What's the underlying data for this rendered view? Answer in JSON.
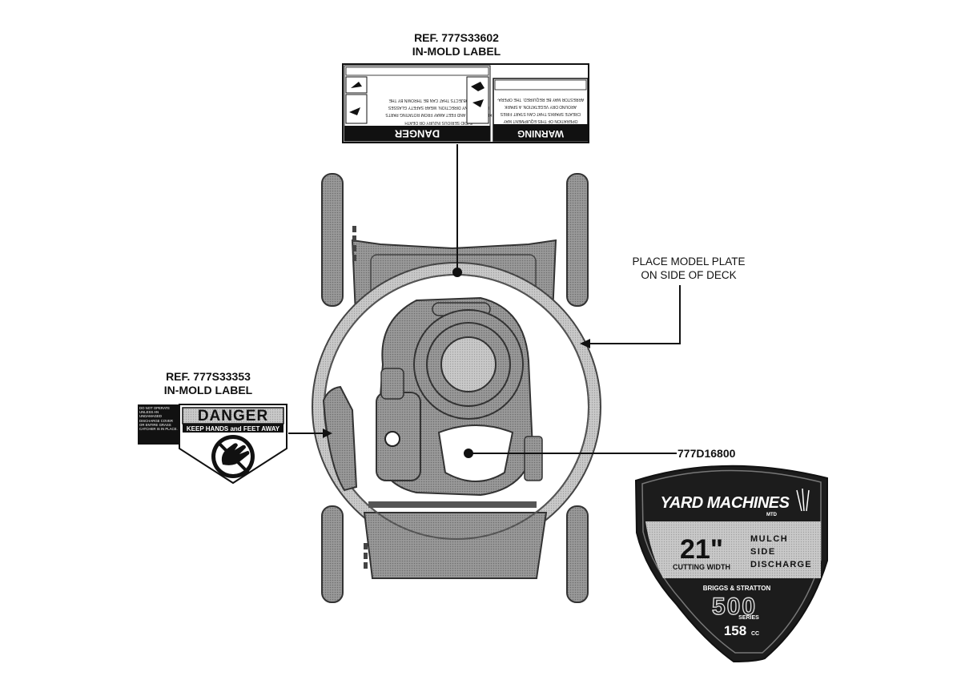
{
  "callouts": {
    "top_label": {
      "line1": "REF. 777S33602",
      "line2": "IN-MOLD LABEL"
    },
    "left_label": {
      "line1": "REF. 777S33353",
      "line2": "IN-MOLD LABEL"
    },
    "model_plate": {
      "line1": "PLACE MODEL PLATE",
      "line2": "ON SIDE OF DECK"
    },
    "engine_label": {
      "text": "777D16800"
    }
  },
  "top_decal": {
    "danger_header": "DANGER",
    "warning_header": "WARNING",
    "danger_lines": [
      "AVOID SERIOUS INJURY OR DEATH",
      "KEEP HANDS AND FEET AWAY FROM ROTATING PARTS",
      "BLADE IN ANY DIRECTION. WEAR SAFETY GLASSES",
      "PREVENT OBJECTS THAT CAN BE THROWN BY THE"
    ],
    "warning_lines": [
      "OPERATION OF THIS EQUIPMENT MAY",
      "CREATE SPARKS THAT CAN START FIRES",
      "AROUND DRY VEGETATION. A SPARK",
      "ARRESTOR MAY BE REQUIRED. THE OPERA-"
    ]
  },
  "left_decal": {
    "side_text": "DO NOT OPERATE UNLESS AN UNDAMAGED DISCHARGE COVER OR ENTIRE GRASS CATCHER IS IN PLACE.",
    "title": "DANGER",
    "subtitle": "KEEP HANDS and FEET AWAY"
  },
  "brand_shield": {
    "brand": "YARD MACHINES",
    "brand_sub": "MTD",
    "cutting_size": "21\"",
    "cutting_label": "CUTTING WIDTH",
    "modes": [
      "MULCH",
      "SIDE",
      "DISCHARGE"
    ],
    "engine_brand": "BRIGGS & STRATTON",
    "engine_series": "500",
    "engine_series_label": "SERIES",
    "displacement": "158",
    "displacement_unit": "CC"
  },
  "colors": {
    "ink": "#111111",
    "deck_gray": "#8f8f8f",
    "light_gray": "#c4c4c4",
    "shield_dark": "#1c1c1c"
  }
}
